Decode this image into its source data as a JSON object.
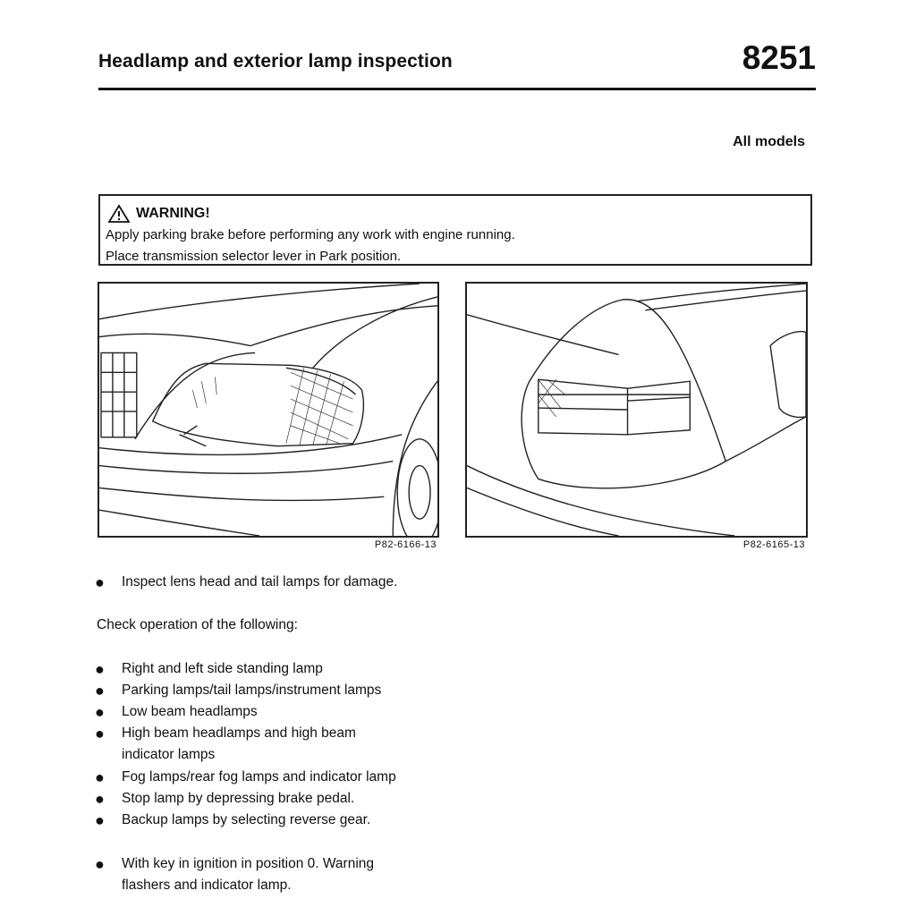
{
  "header": {
    "title": "Headlamp and exterior lamp inspection",
    "number": "8251"
  },
  "models": "All models",
  "warning": {
    "title": "WARNING!",
    "icon": "warning-triangle-icon",
    "lines": [
      "Apply parking brake before performing any work with engine running.",
      "Place transmission selector lever in Park position."
    ]
  },
  "figures": [
    {
      "code": "P82-6166-13",
      "subject": "headlamp-illustration"
    },
    {
      "code": "P82-6165-13",
      "subject": "tail-lamp-illustration"
    }
  ],
  "inspect_item": "Inspect lens head and tail lamps for damage.",
  "check_intro": "Check operation of the following:",
  "check_items": [
    "Right and left side standing lamp",
    "Parking lamps/tail lamps/instrument lamps",
    "Low beam headlamps",
    "High beam headlamps and  high beam",
    "indicator lamps",
    "Fog lamps/rear fog lamps and indicator lamp",
    "Stop lamp by depressing brake pedal.",
    "Backup lamps by selecting reverse gear."
  ],
  "final_item": {
    "line1": "With key in ignition in position 0. Warning",
    "line2": "flashers and indicator lamp."
  },
  "bullet_glyph": "●"
}
